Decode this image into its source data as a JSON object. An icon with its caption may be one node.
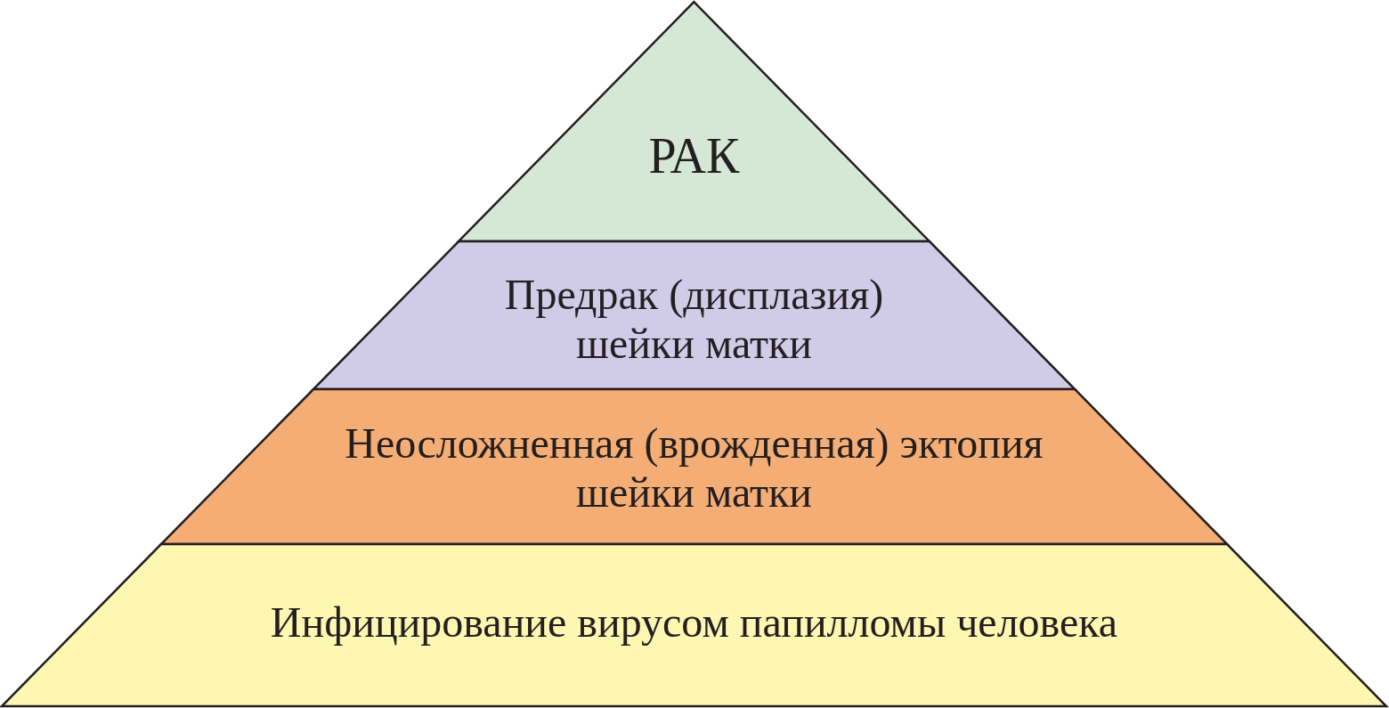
{
  "diagram": {
    "nodes": [
      {
        "text": [
          "РАК"
        ]
      },
      {
        "text": [
          "Предрак (дисплазия) шейки матки"
        ]
      },
      {
        "text": [
          "Неосложненная (врожденная) эктопия шейки матки"
        ]
      },
      {
        "text": [
          "Инфицирование вирусом папилломы человека"
        ]
      }
    ]
  }
}
